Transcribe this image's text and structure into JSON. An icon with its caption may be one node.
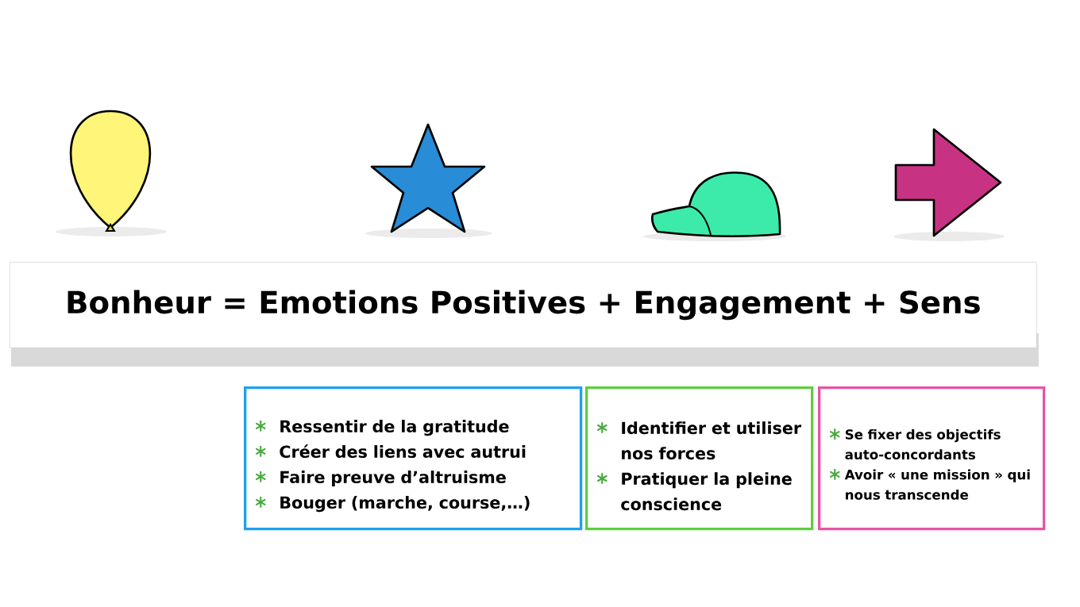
{
  "diagram": {
    "nodes": [
      {
        "text": [
          "Bonheur = Emotions Positives + Engagement + Sens"
        ]
      },
      {
        "text": [
          "Ressentir de la gratitude",
          "Créer des liens avec autrui",
          "Faire preuve d’altruisme",
          "Bouger (marche, course,…)"
        ]
      },
      {
        "text": [
          "Identifier et utiliser nos forces",
          "Pratiquer la pleine conscience"
        ]
      },
      {
        "text": [
          "Se fixer des objectifs auto-concordants",
          "Avoir « une mission » qui nous transcende"
        ]
      }
    ]
  }
}
